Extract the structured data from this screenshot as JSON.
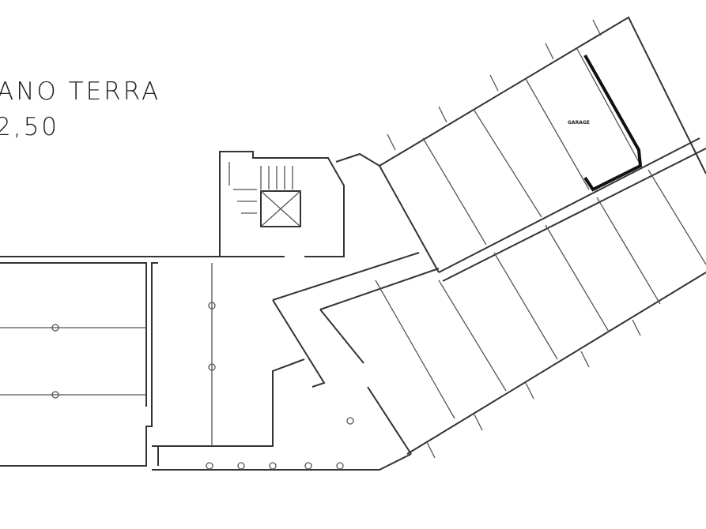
{
  "plan": {
    "floor_label": "ANO TERRA",
    "elevation_label": "2,50",
    "room_label": "GARAGE",
    "highlight_color": "#111111"
  }
}
